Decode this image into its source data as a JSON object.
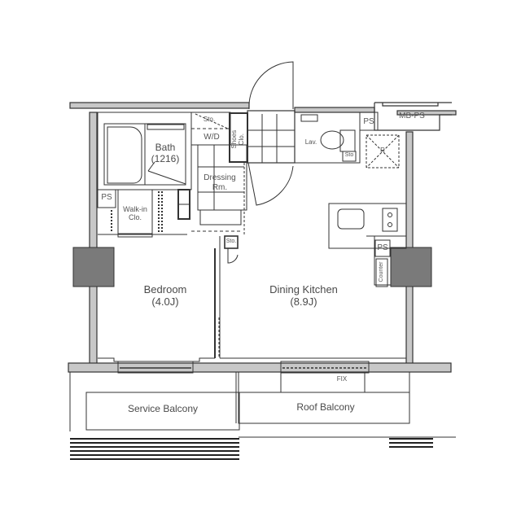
{
  "floorplan": {
    "rooms": {
      "bedroom": {
        "name": "Bedroom",
        "size": "(4.0J)"
      },
      "dining_kitchen": {
        "name": "Dining Kitchen",
        "size": "(8.9J)"
      },
      "bath": {
        "name": "Bath",
        "size": "(1216)"
      },
      "dressing": {
        "name": "Dressing",
        "suffix": "Rm."
      },
      "walkin": {
        "name": "Walk-in",
        "suffix": "Clo."
      },
      "shoes": {
        "name": "Shoes",
        "suffix": "Clo."
      },
      "lav": {
        "name": "Lav."
      },
      "wd": {
        "name": "W/D"
      },
      "service_balcony": {
        "name": "Service Balcony"
      },
      "roof_balcony": {
        "name": "Roof Balcony"
      }
    },
    "labels": {
      "sto_top": "Sto.",
      "sto_toilet": "Sto",
      "sto_mid": "Sto.",
      "ps_top": "PS",
      "ps_left": "PS",
      "ps_kitchen": "PS",
      "mb_ps": "MB-PS",
      "r": "R",
      "counter": "Counter",
      "fix": "FIX"
    },
    "colors": {
      "wall_fill": "#c8c8c8",
      "column_fill": "#7a7a7a",
      "line": "#333333",
      "text": "#4a4a4a"
    }
  }
}
